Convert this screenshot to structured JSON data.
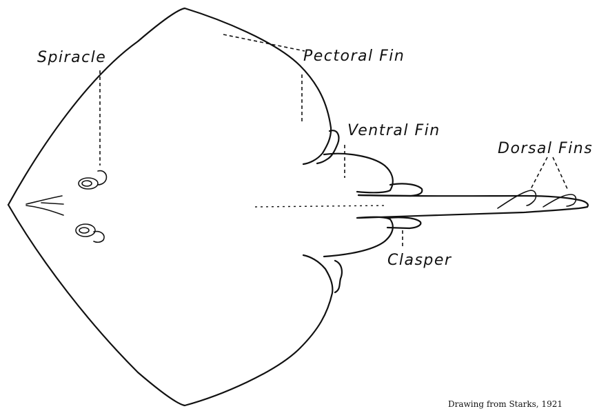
{
  "labels": {
    "spiracle": "Spiracle",
    "pectoral_fin": "Pectoral Fin",
    "ventral_fin": "Ventral Fin",
    "dorsal_fins": "Dorsal Fins",
    "clasper": "Clasper"
  },
  "credit": "Drawing from Starks, 1921"
}
